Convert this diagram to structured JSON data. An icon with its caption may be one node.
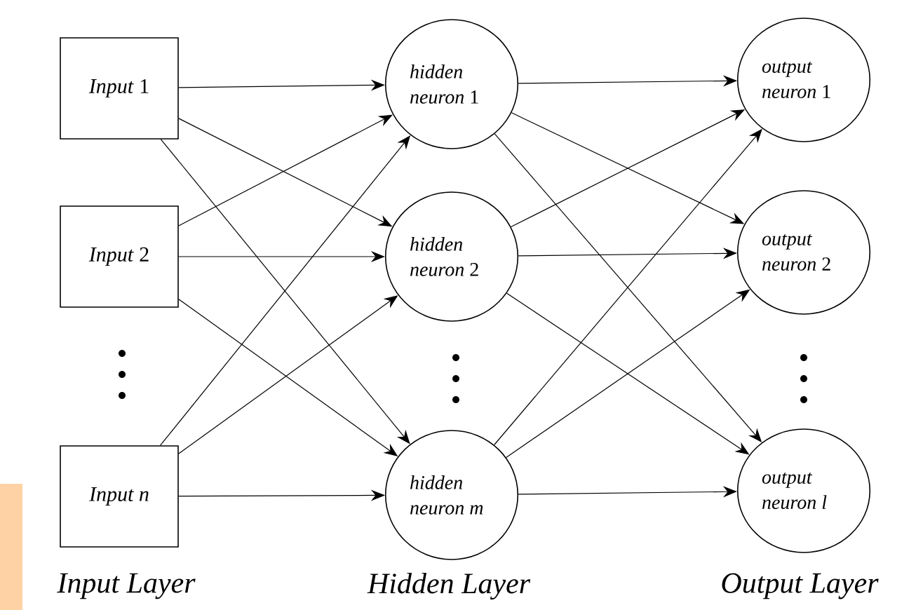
{
  "diagram": {
    "nodes": [
      {
        "text": [
          "*Input* 1"
        ]
      },
      {
        "text": [
          "*Input* 2"
        ]
      },
      {
        "text": [
          "*Input n*"
        ]
      },
      {
        "text": [
          "*hidden neuron* 1"
        ]
      },
      {
        "text": [
          "*hidden neuron* 2"
        ]
      },
      {
        "text": [
          "*hidden neuron m*"
        ]
      },
      {
        "text": [
          "*output neuron* 1"
        ]
      },
      {
        "text": [
          "*output neuron* 2"
        ]
      },
      {
        "text": [
          "*output neuron l*"
        ]
      }
    ],
    "edges": [
      {
        "from": 0,
        "to": 3,
        "arrow": "to"
      },
      {
        "from": 0,
        "to": 4,
        "arrow": "to"
      },
      {
        "from": 0,
        "to": 5,
        "arrow": "to"
      },
      {
        "from": 1,
        "to": 3,
        "arrow": "to"
      },
      {
        "from": 1,
        "to": 4,
        "arrow": "to"
      },
      {
        "from": 1,
        "to": 5,
        "arrow": "to"
      },
      {
        "from": 2,
        "to": 3,
        "arrow": "to"
      },
      {
        "from": 2,
        "to": 4,
        "arrow": "to"
      },
      {
        "from": 2,
        "to": 5,
        "arrow": "to"
      },
      {
        "from": 3,
        "to": 6,
        "arrow": "to"
      },
      {
        "from": 3,
        "to": 7,
        "arrow": "to"
      },
      {
        "from": 3,
        "to": 8,
        "arrow": "to"
      },
      {
        "from": 4,
        "to": 6,
        "arrow": "to"
      },
      {
        "from": 4,
        "to": 7,
        "arrow": "to"
      },
      {
        "from": 4,
        "to": 8,
        "arrow": "to"
      },
      {
        "from": 5,
        "to": 6,
        "arrow": "to"
      },
      {
        "from": 5,
        "to": 7,
        "arrow": "to"
      },
      {
        "from": 5,
        "to": 8,
        "arrow": "to"
      }
    ],
    "labels": [
      "Input Layer",
      "Hidden Layer",
      "Output Layer"
    ]
  }
}
